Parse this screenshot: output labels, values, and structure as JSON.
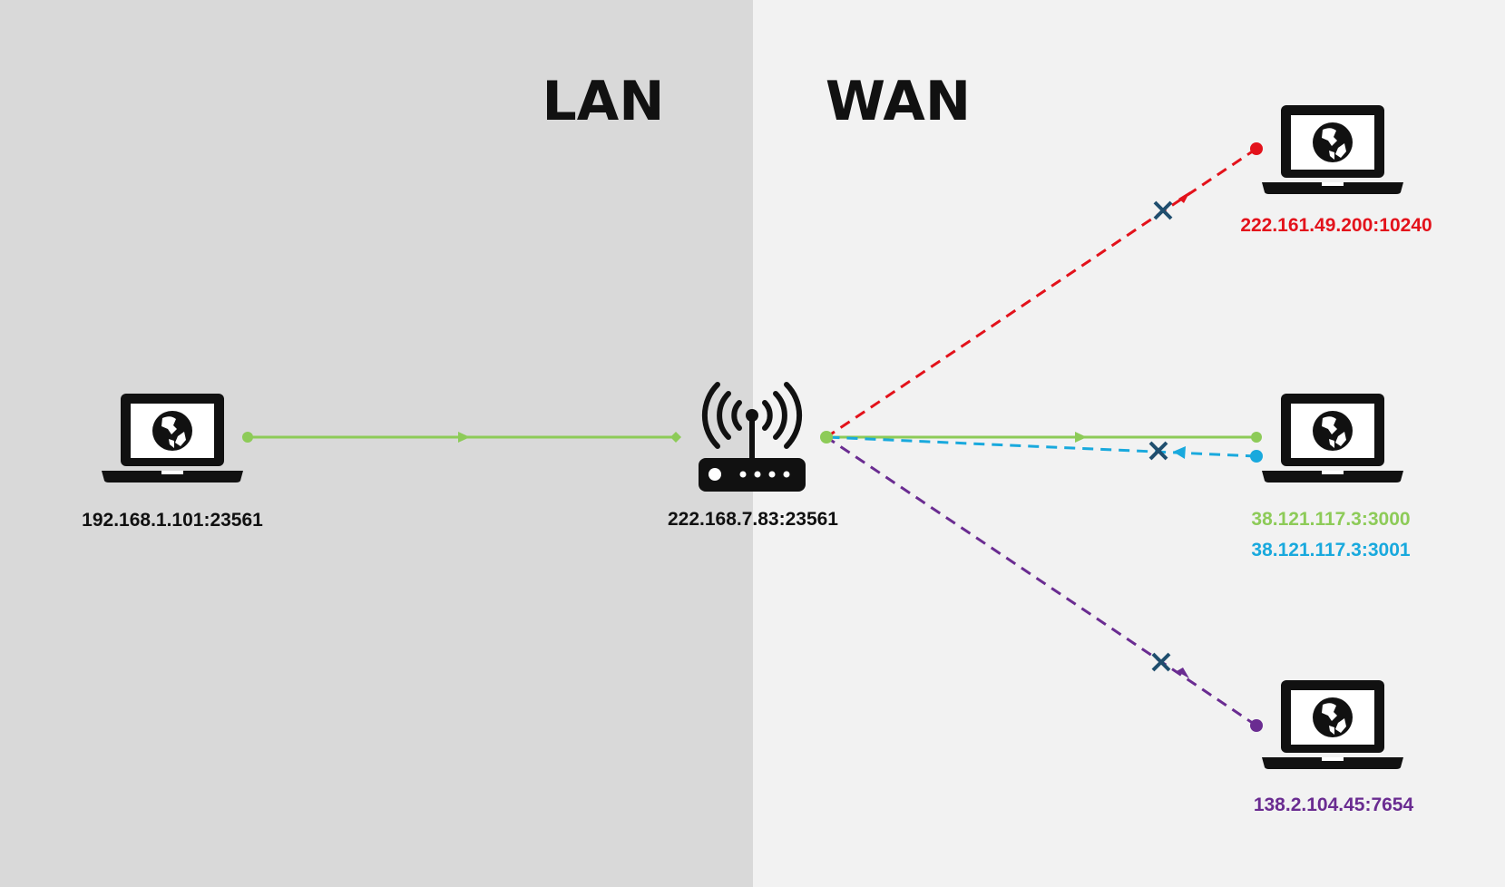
{
  "zones": {
    "lan": {
      "label": "LAN",
      "color": "#d9d9d9"
    },
    "wan": {
      "label": "WAN",
      "color": "#f2f2f2"
    }
  },
  "nodes": {
    "local_host": {
      "address": "192.168.1.101:23561",
      "icon": "laptop-globe-icon",
      "color": "#111111"
    },
    "router": {
      "address": "222.168.7.83:23561",
      "icon": "wifi-router-icon",
      "color": "#111111"
    },
    "remote_red": {
      "address": "222.161.49.200:10240",
      "icon": "laptop-globe-icon",
      "color": "#e3121b"
    },
    "remote_green_blue": {
      "address_primary": "38.121.117.3:3000",
      "address_secondary": "38.121.117.3:3001",
      "icon": "laptop-globe-icon",
      "color_primary": "#8dcb58",
      "color_secondary": "#19a9dd"
    },
    "remote_purple": {
      "address": "138.2.104.45:7654",
      "icon": "laptop-globe-icon",
      "color": "#6a2c91"
    }
  },
  "connections": [
    {
      "from": "local_host",
      "to": "router",
      "style": "solid",
      "color": "#8dcb58",
      "status": "forwarded"
    },
    {
      "from": "router",
      "to": "remote_green_blue:3000",
      "style": "solid",
      "color": "#8dcb58",
      "status": "allowed"
    },
    {
      "from": "remote_red",
      "to": "router",
      "style": "dashed",
      "color": "#e3121b",
      "status": "blocked",
      "marker": "x-mark-icon"
    },
    {
      "from": "remote_green_blue:3001",
      "to": "router",
      "style": "dashed",
      "color": "#19a9dd",
      "status": "blocked",
      "marker": "x-mark-icon"
    },
    {
      "from": "remote_purple",
      "to": "router",
      "style": "dashed",
      "color": "#6a2c91",
      "status": "blocked",
      "marker": "x-mark-icon"
    }
  ],
  "block_marker_color": "#1f4e6e"
}
